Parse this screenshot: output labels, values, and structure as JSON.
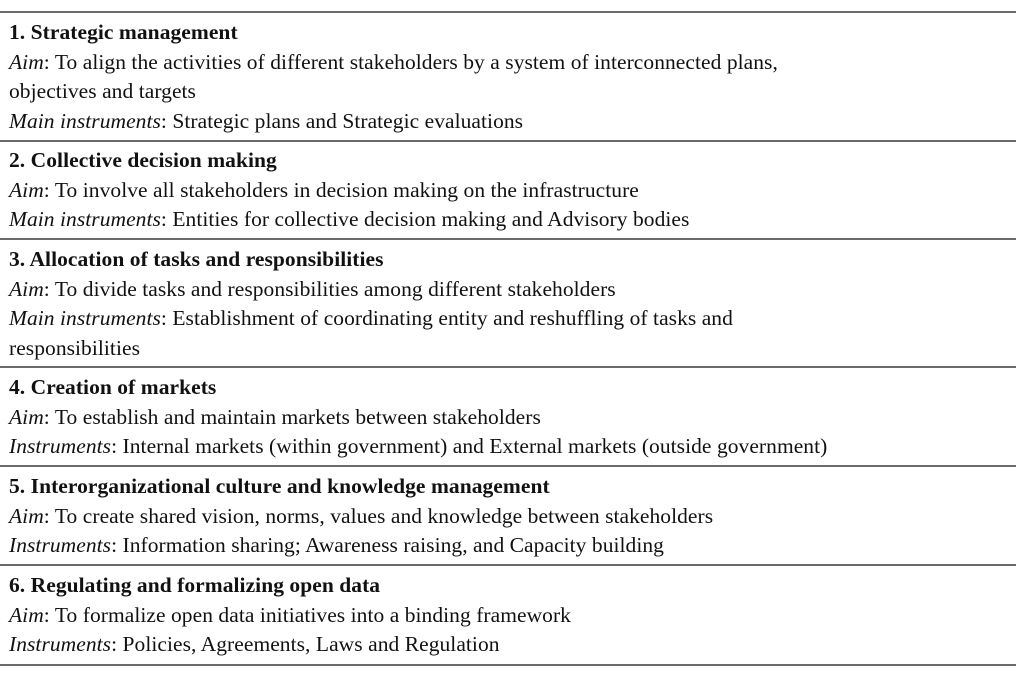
{
  "sections": [
    {
      "number": "1.",
      "title": "Strategic management",
      "aim_label": "Aim",
      "aim_lines": [
        "To align the activities of different stakeholders by a system of interconnected plans,",
        "objectives and targets"
      ],
      "instr_label": "Main instruments",
      "instr_lines": [
        "Strategic plans and Strategic evaluations"
      ]
    },
    {
      "number": "2.",
      "title": "Collective decision making",
      "aim_label": "Aim",
      "aim_lines": [
        "To involve all stakeholders in decision making on the infrastructure"
      ],
      "instr_label": "Main instruments",
      "instr_lines": [
        "Entities for collective decision making and Advisory bodies"
      ]
    },
    {
      "number": "3.",
      "title": "Allocation of tasks and responsibilities",
      "aim_label": "Aim",
      "aim_lines": [
        "To divide tasks and responsibilities among different stakeholders"
      ],
      "instr_label": "Main instruments",
      "instr_lines": [
        "Establishment of coordinating entity and reshuffling of tasks and",
        "responsibilities"
      ]
    },
    {
      "number": "4.",
      "title": "Creation of markets",
      "aim_label": "Aim",
      "aim_lines": [
        "To establish and maintain markets between stakeholders"
      ],
      "instr_label": "Instruments",
      "instr_lines": [
        "Internal markets (within government) and External markets (outside government)"
      ]
    },
    {
      "number": "5.",
      "title": "Interorganizational culture and knowledge management",
      "aim_label": "Aim",
      "aim_lines": [
        "To create shared vision, norms, values and knowledge between stakeholders"
      ],
      "instr_label": "Instruments",
      "instr_lines": [
        "Information sharing; Awareness raising, and Capacity building"
      ]
    },
    {
      "number": "6.",
      "title": "Regulating and formalizing open data",
      "aim_label": "Aim",
      "aim_lines": [
        "To formalize open data initiatives into a binding framework"
      ],
      "instr_label": "Instruments",
      "instr_lines": [
        "Policies, Agreements, Laws and Regulation"
      ]
    }
  ]
}
